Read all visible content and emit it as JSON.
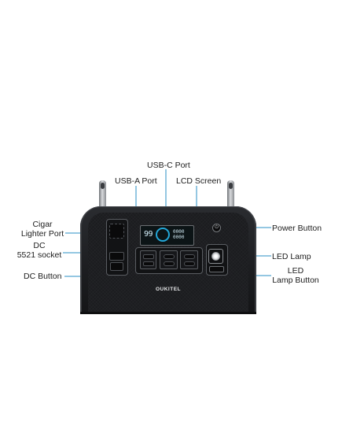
{
  "callouts": {
    "usb_c_port": "USB-C Port",
    "usb_a_port": "USB-A Port",
    "lcd_screen": "LCD Screen",
    "cigar_lighter_port_line1": "Cigar",
    "cigar_lighter_port_line2": "Lighter Port",
    "dc_5521_line1": "DC",
    "dc_5521_line2": "5521 socket",
    "dc_button": "DC Button",
    "power_button": "Power Button",
    "led_lamp": "LED Lamp",
    "led_lamp_button_line1": "LED",
    "led_lamp_button_line2": "Lamp Button"
  },
  "device": {
    "brand": "OUKITEL",
    "lcd_value": "99",
    "lcd_right_top": "0000",
    "lcd_right_bottom": "0000"
  },
  "colors": {
    "body": "#1c1d20",
    "lcd_ring": "#23a7d8",
    "callout_line": "#2a8fc4"
  }
}
